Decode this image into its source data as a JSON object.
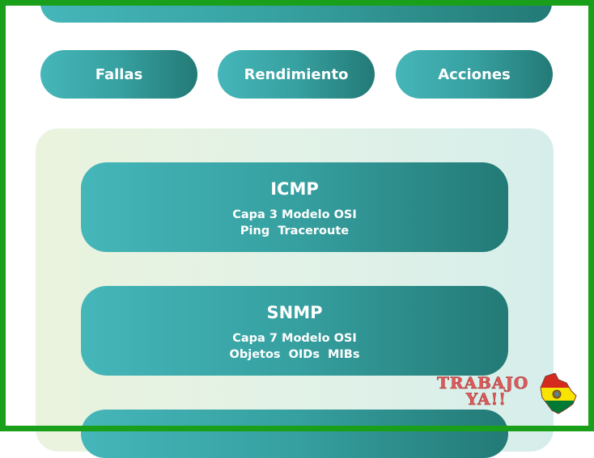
{
  "tabs": [
    "Fallas",
    "Rendimiento",
    "Acciones"
  ],
  "cards": [
    {
      "title": "ICMP",
      "subtitle": "Capa 3 Modelo OSI",
      "items": [
        "Ping",
        "Traceroute"
      ]
    },
    {
      "title": "SNMP",
      "subtitle": "Capa 7 Modelo OSI",
      "items": [
        "Objetos",
        "OIDs",
        "MIBs"
      ]
    }
  ],
  "watermark": {
    "line1": "TRABAJO",
    "line2": "YA!!",
    "icon": "bolivia-map-flag-icon"
  },
  "colors": {
    "frame": "#1a9f1a",
    "accent_light": "#45b6b9",
    "accent_dark": "#237a76",
    "panel_bg": "#e3f2e6"
  }
}
